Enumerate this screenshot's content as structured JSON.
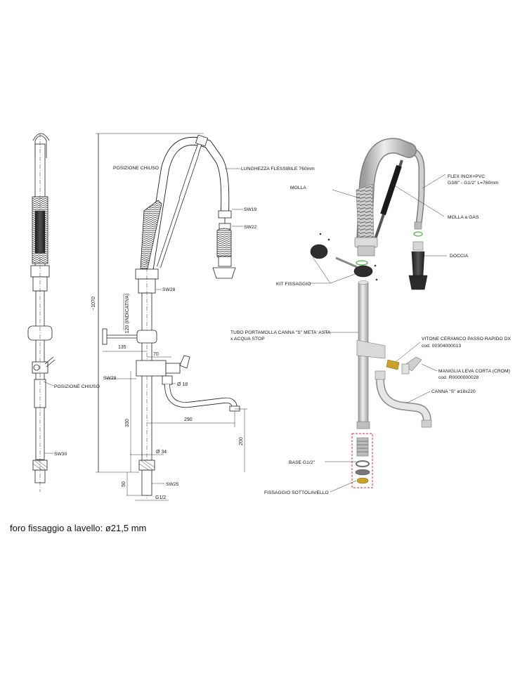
{
  "left_side_view": {
    "closed_position": "POSIZIONE CHIUSO",
    "sw30": "SW30"
  },
  "front_view": {
    "closed_position": "POSIZIONE CHIUSO",
    "flex_length": "LUNGHEZZA FLESSIBILE 760mm",
    "sw19": "SW19",
    "sw22": "SW22",
    "sw28": "SW28",
    "sw29": "SW29",
    "sw25": "SW25",
    "dim_total_height": "~1070",
    "dim_120": "120 (INDICATIVA)",
    "dim_135": "135",
    "dim_70": "70",
    "dim_d18": "Ø 18",
    "dim_330": "330",
    "dim_290": "290",
    "dim_200": "200",
    "dim_d34": "Ø 34",
    "dim_50": "50",
    "dim_g12": "G1/2"
  },
  "exploded_view": {
    "molla": "MOLLA",
    "flex_line1": "FLEX INOX+PVC",
    "flex_line2": "G3/8\" - G1/2\" L=760mm",
    "gas_spring": "MOLLA a GAS",
    "doccia": "DOCCIA",
    "kit": "KIT FISSAGGIO",
    "tube_line1": "TUBO PORTAMOLLA CANNA \"S\"  META' ASTA",
    "tube_line2": "x ACQUA STOP",
    "vitone_line1": "VITONE CERAMICO PASSO RAPIDO DX",
    "vitone_line2": "cod. 00304000013",
    "maniglia_line1": "MANIGLIA LEVA CORTA (CROM)",
    "maniglia_line2": "cod. R0000000028",
    "canna": "CANNA \"S\" ø18x220",
    "base": "BASE G1/2\"",
    "fissaggio": "FISSAGGIO SOTTOLAVELLO"
  },
  "footer_note": "foro fissaggio a lavello: ø21,5 mm",
  "colors": {
    "line": "#222222",
    "body_light": "#e6e6e6",
    "body_mid": "#bdbdbd",
    "hose_dark": "#333333",
    "spring": "#a9a9a9",
    "highlight_red": "#d83030",
    "brass": "#c9a227",
    "green_ring": "#4caf50"
  }
}
